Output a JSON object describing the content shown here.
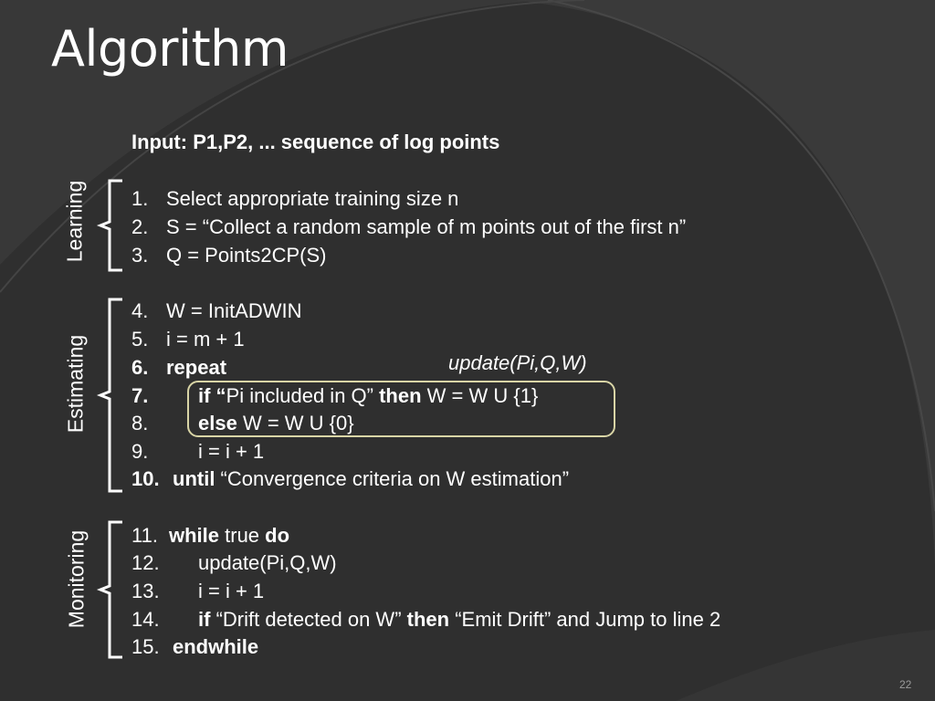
{
  "slide": {
    "title": "Algorithm",
    "input_line": "Input: P1,P2, ... sequence of log points",
    "page_number": "22"
  },
  "sections": {
    "learning": "Learning",
    "estimating": "Estimating",
    "monitoring": "Monitoring"
  },
  "annotation": "update(Pi,Q,W)",
  "lines": {
    "l1": {
      "num": "1.",
      "text": "Select appropriate training size n"
    },
    "l2": {
      "num": "2.",
      "text": "S = “Collect a random sample of m points out of the first n”"
    },
    "l3": {
      "num": "3.",
      "text": "Q = Points2CP(S)"
    },
    "l4": {
      "num": "4.",
      "text": "W = InitADWIN"
    },
    "l5": {
      "num": "5.",
      "text": "i = m + 1"
    },
    "l6": {
      "num": "6.",
      "kw": "repeat"
    },
    "l7": {
      "num": "7.",
      "kw1": "if “",
      "text1": "Pi included in Q” ",
      "kw2": "then",
      "text2": " W = W  U {1}"
    },
    "l8": {
      "num": "8.",
      "kw": "else",
      "text": " W = W  U {0}"
    },
    "l9": {
      "num": "9.",
      "text": "i = i + 1"
    },
    "l10": {
      "num": "10.",
      "kw": "until",
      "text": " “Convergence criteria on W estimation”"
    },
    "l11": {
      "num": "11.",
      "kw1": "while",
      "text": " true ",
      "kw2": "do"
    },
    "l12": {
      "num": "12.",
      "text": "update(Pi,Q,W)"
    },
    "l13": {
      "num": "13.",
      "text": "i =  i + 1"
    },
    "l14": {
      "num": "14.",
      "kw1": "if",
      "text1": " “Drift detected on W” ",
      "kw2": "then",
      "text2": " “Emit Drift” and Jump to line 2"
    },
    "l15": {
      "num": "15.",
      "kw": "endwhile"
    }
  },
  "colors": {
    "background": "#2e2e2e",
    "highlight_border": "#d9d5a6",
    "text": "#ffffff"
  }
}
